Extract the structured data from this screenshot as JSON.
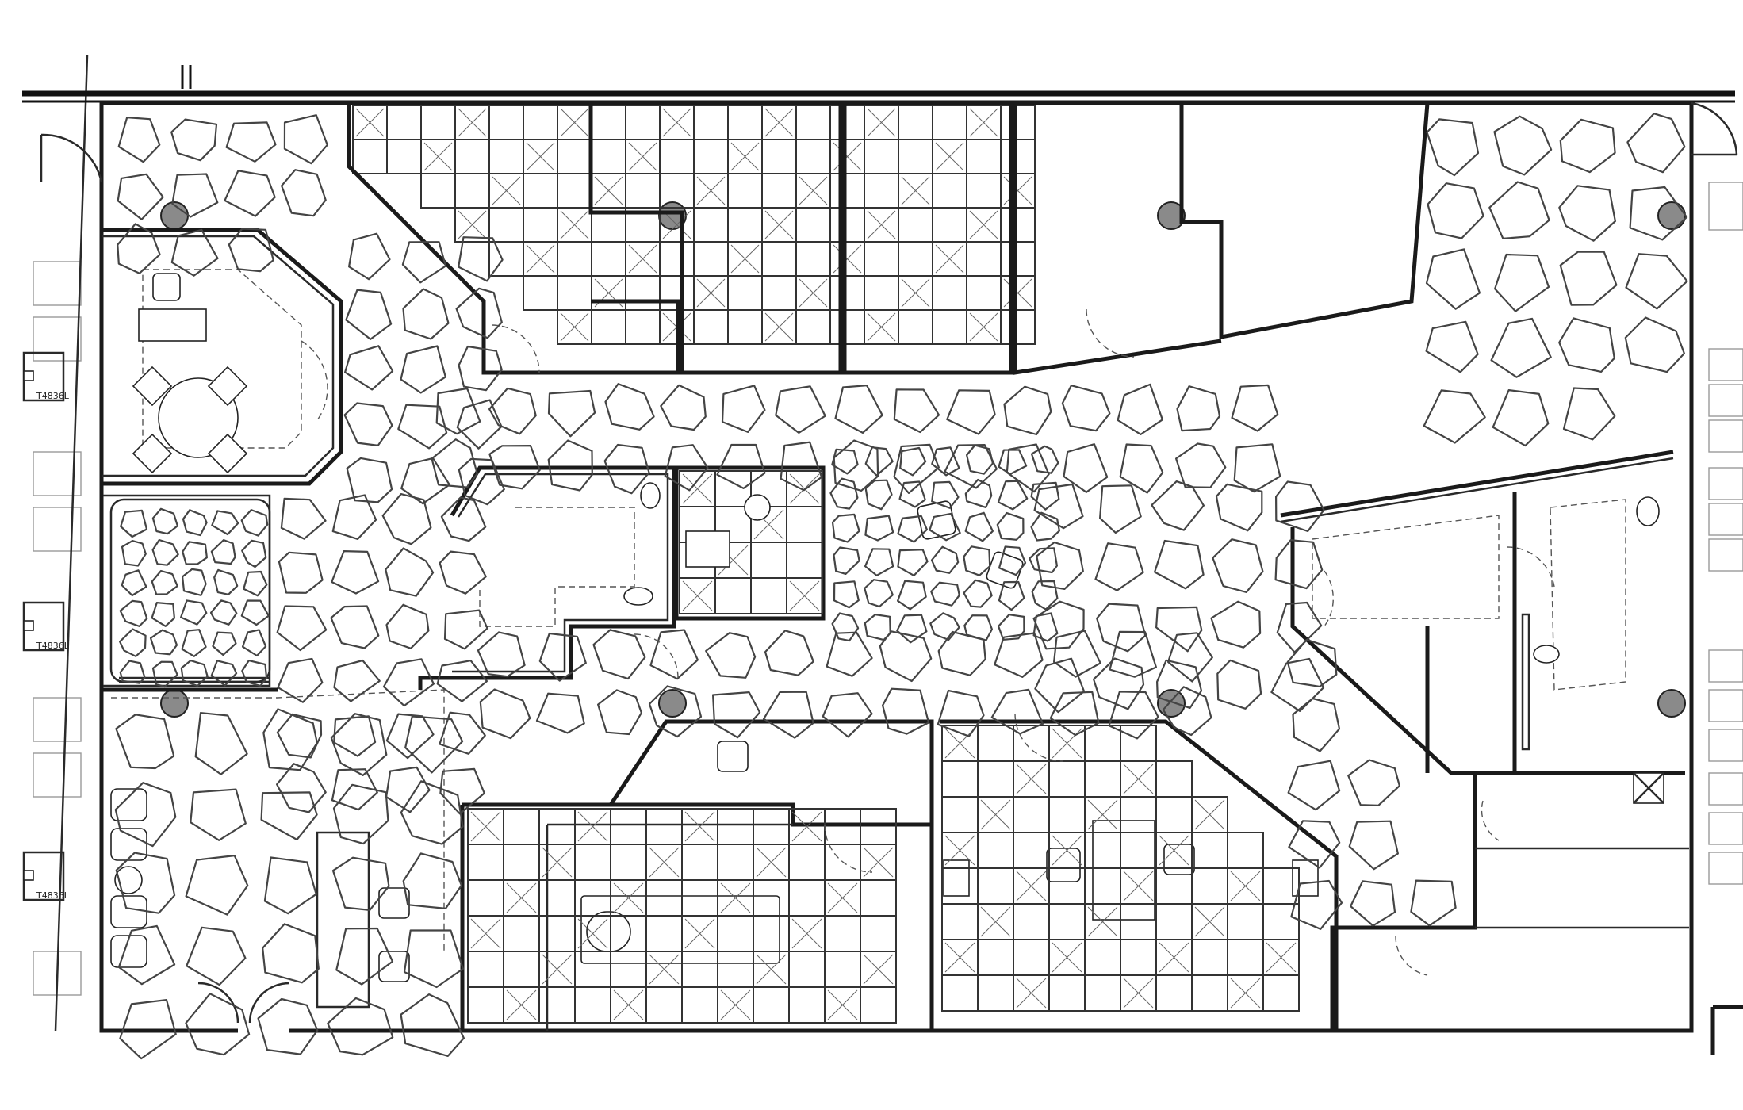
{
  "drawing": {
    "type": "floor-plan",
    "line_color": "#1a1a1a",
    "column_color": "#8a8a8a",
    "background": "#ffffff"
  },
  "exterior_tags": [
    {
      "text": "T4836L"
    },
    {
      "text": "T4836L"
    },
    {
      "text": "T4836L"
    }
  ]
}
